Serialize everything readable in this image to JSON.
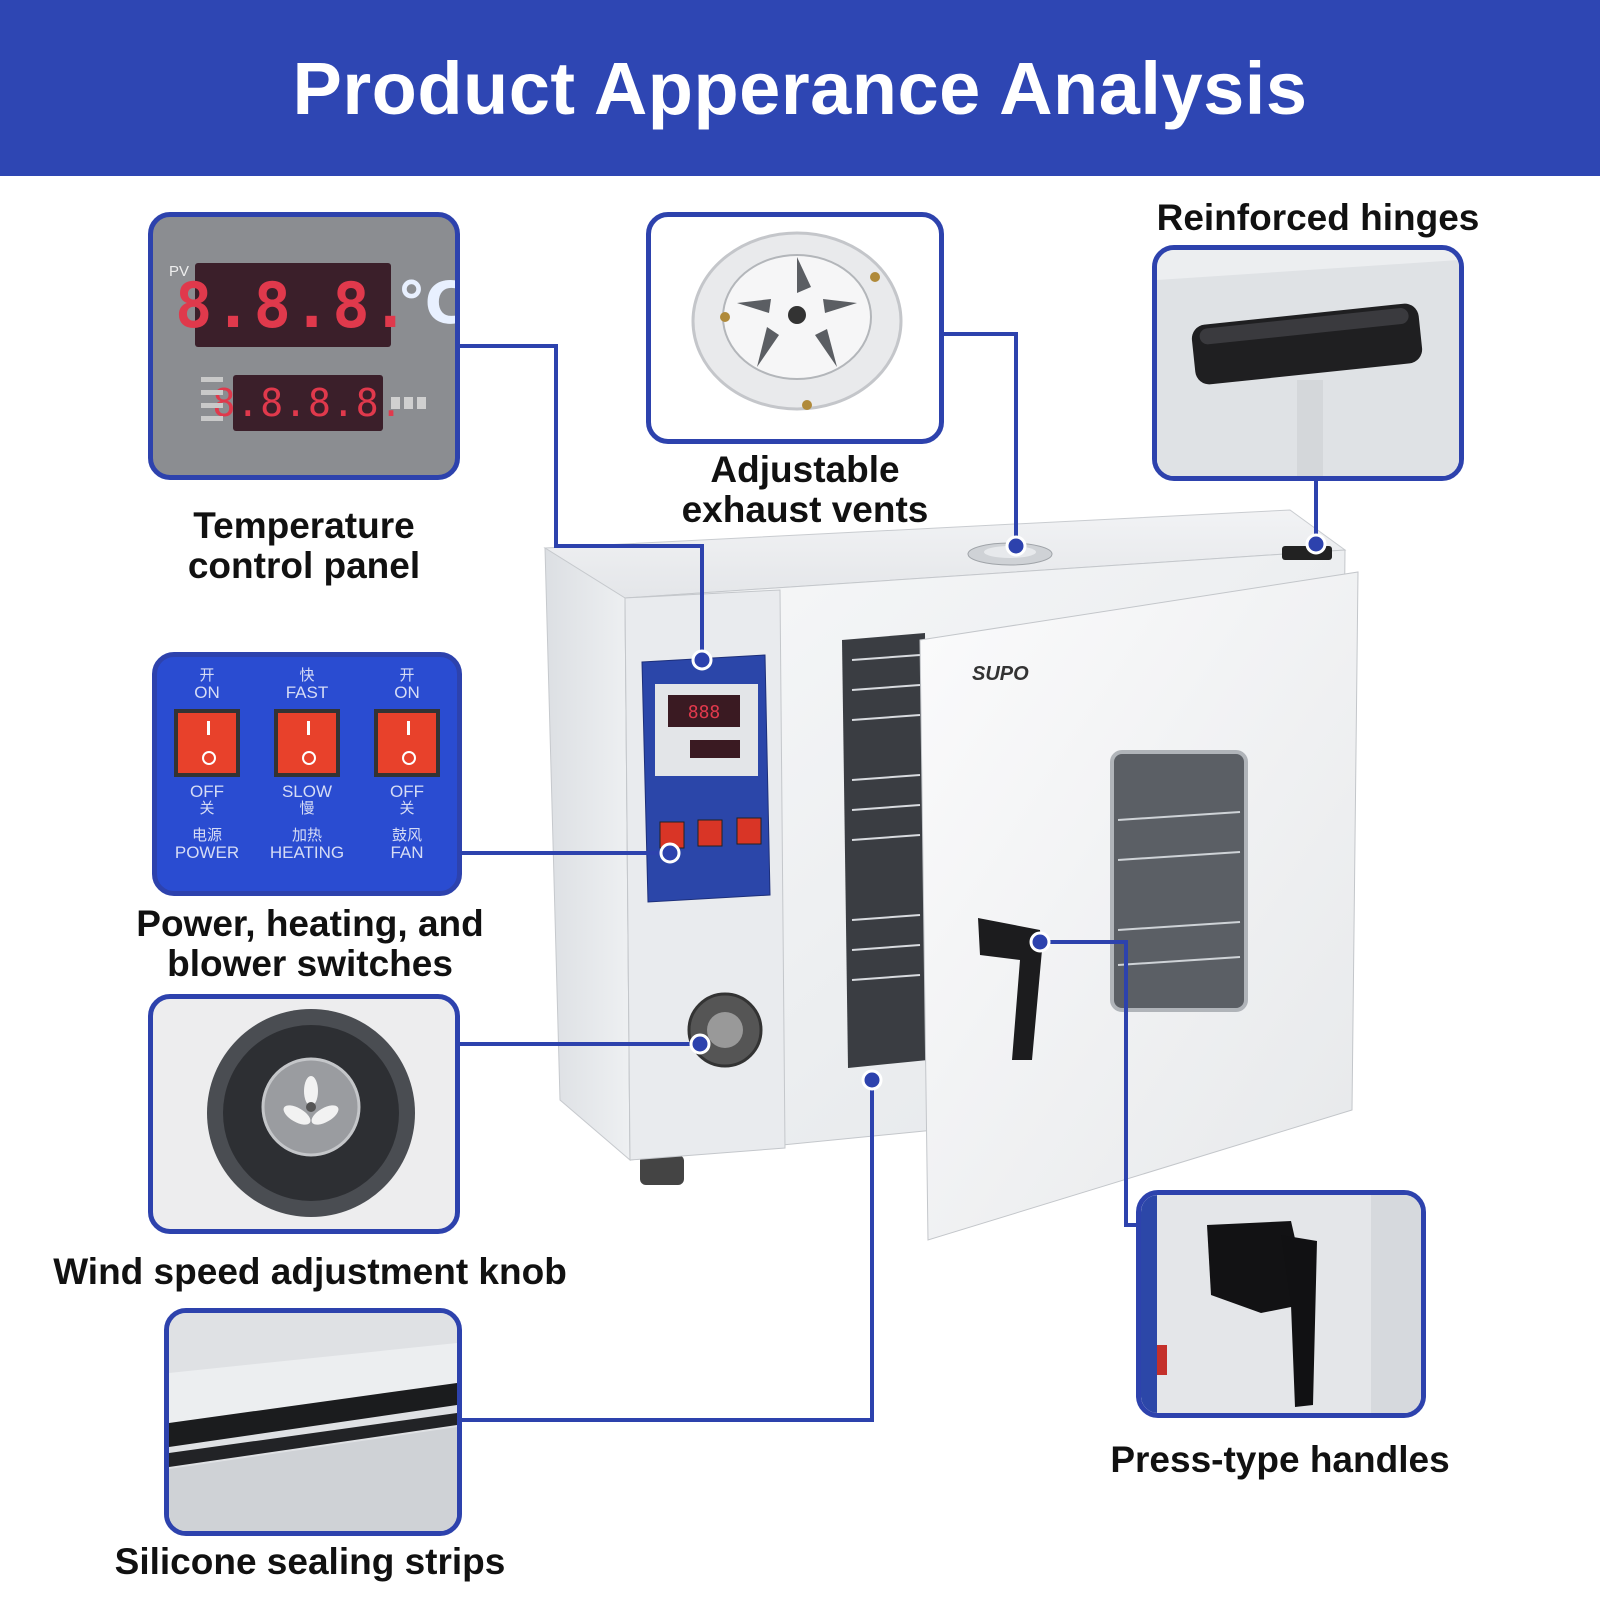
{
  "title": "Product Apperance Analysis",
  "brand": "SUPO",
  "colors": {
    "header_blue": "#2e46b3",
    "frame_blue": "#2d42ad",
    "led_red": "#e0394c",
    "switch_red": "#e8412b"
  },
  "callouts": {
    "temperature": {
      "label_line1": "Temperature",
      "label_line2": "control panel",
      "pv_tag": "PV",
      "pv_digits": "8.8.8.",
      "unit": "℃",
      "sv_digits": "8.8.8.8."
    },
    "exhaust": {
      "label_line1": "Adjustable",
      "label_line2": "exhaust vents"
    },
    "hinges": {
      "label": "Reinforced hinges"
    },
    "switches": {
      "label_line1": "Power, heating, and",
      "label_line2": "blower switches",
      "items": [
        {
          "top_cn": "开",
          "top_en": "ON",
          "bottom_en": "OFF",
          "bottom_cn": "关",
          "name_cn": "电源",
          "name_en": "POWER"
        },
        {
          "top_cn": "快",
          "top_en": "FAST",
          "bottom_en": "SLOW",
          "bottom_cn": "慢",
          "name_cn": "加热",
          "name_en": "HEATING"
        },
        {
          "top_cn": "开",
          "top_en": "ON",
          "bottom_en": "OFF",
          "bottom_cn": "关",
          "name_cn": "鼓风",
          "name_en": "FAN"
        }
      ]
    },
    "knob": {
      "label": "Wind speed adjustment knob"
    },
    "seal": {
      "label": "Silicone sealing strips"
    },
    "handle": {
      "label": "Press-type handles"
    }
  }
}
